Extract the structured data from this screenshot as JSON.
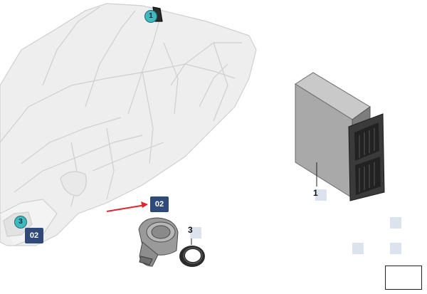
{
  "callouts": {
    "circle_a": "1",
    "circle_b": "3",
    "badge_a": "02",
    "badge_b": "02",
    "label_control_unit": "1",
    "label_ring": "3"
  },
  "colors": {
    "callout_circle": "#3fb8c0",
    "badge": "#2f4a78",
    "arrow": "#e0262b",
    "body_frame": "#e6e6e6"
  },
  "icons": {
    "nav": "next-page-arrow-icon"
  }
}
